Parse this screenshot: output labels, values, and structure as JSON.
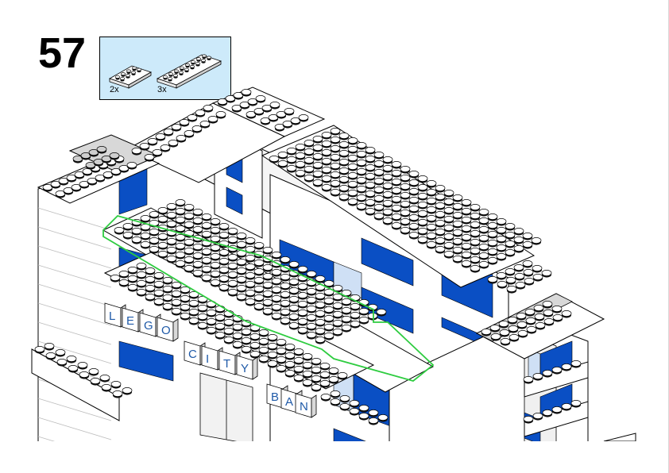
{
  "step": {
    "number": "57"
  },
  "parts_callout": {
    "parts": [
      {
        "name": "plate-2x4-white",
        "quantity": "2x",
        "studs": 8
      },
      {
        "name": "plate-2x8-white",
        "quantity": "3x",
        "studs": 16
      }
    ]
  },
  "signage": {
    "lego": [
      "L",
      "E",
      "G",
      "O"
    ],
    "city": [
      "C",
      "I",
      "T",
      "Y"
    ],
    "bank": [
      "B",
      "A",
      "N"
    ]
  },
  "colors": {
    "callout_background": "#cdeafa",
    "window_blue": "#0a4fc4",
    "window_light": "#cfe0f5",
    "highlight_outline": "#2ecc40",
    "brick_white": "#ffffff",
    "brick_shadow": "#d6d6d6",
    "stud_dark": "#1a1a1a",
    "letter_blue": "#1f5aa8"
  }
}
